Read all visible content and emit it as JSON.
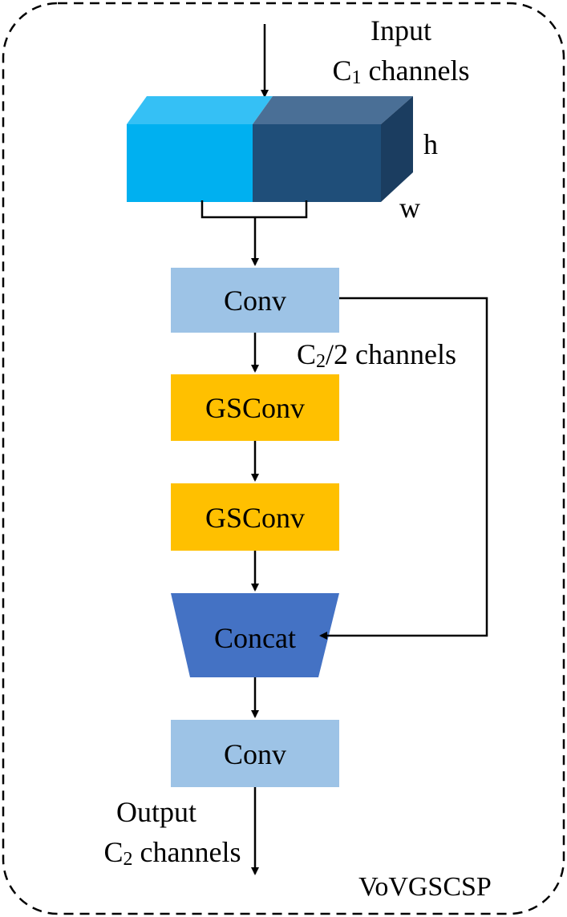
{
  "input": {
    "line1": "Input",
    "line2_prefix": "C",
    "line2_sub": "1",
    "line2_suffix": " channels"
  },
  "dims": {
    "height": "h",
    "width": "w"
  },
  "branch": {
    "prefix": "C",
    "sub": "2",
    "suffix": "/2 channels"
  },
  "blocks": {
    "conv1": "Conv",
    "gsconv1": "GSConv",
    "gsconv2": "GSConv",
    "concat": "Concat",
    "conv2": "Conv"
  },
  "output": {
    "line1": "Output",
    "line2_prefix": "C",
    "line2_sub": "2",
    "line2_suffix": " channels"
  },
  "module_name": "VoVGSCSP",
  "colors": {
    "cube_light_front": "#00b0f0",
    "cube_light_top": "#35c0f5",
    "cube_dark_front": "#1f4e79",
    "cube_dark_top": "#4a6f96",
    "cube_dark_side": "#1b3d60",
    "conv_fill": "#9dc3e6",
    "gsconv_fill": "#ffc000",
    "concat_fill": "#4472c4",
    "module_name_color": "#4472c4"
  }
}
